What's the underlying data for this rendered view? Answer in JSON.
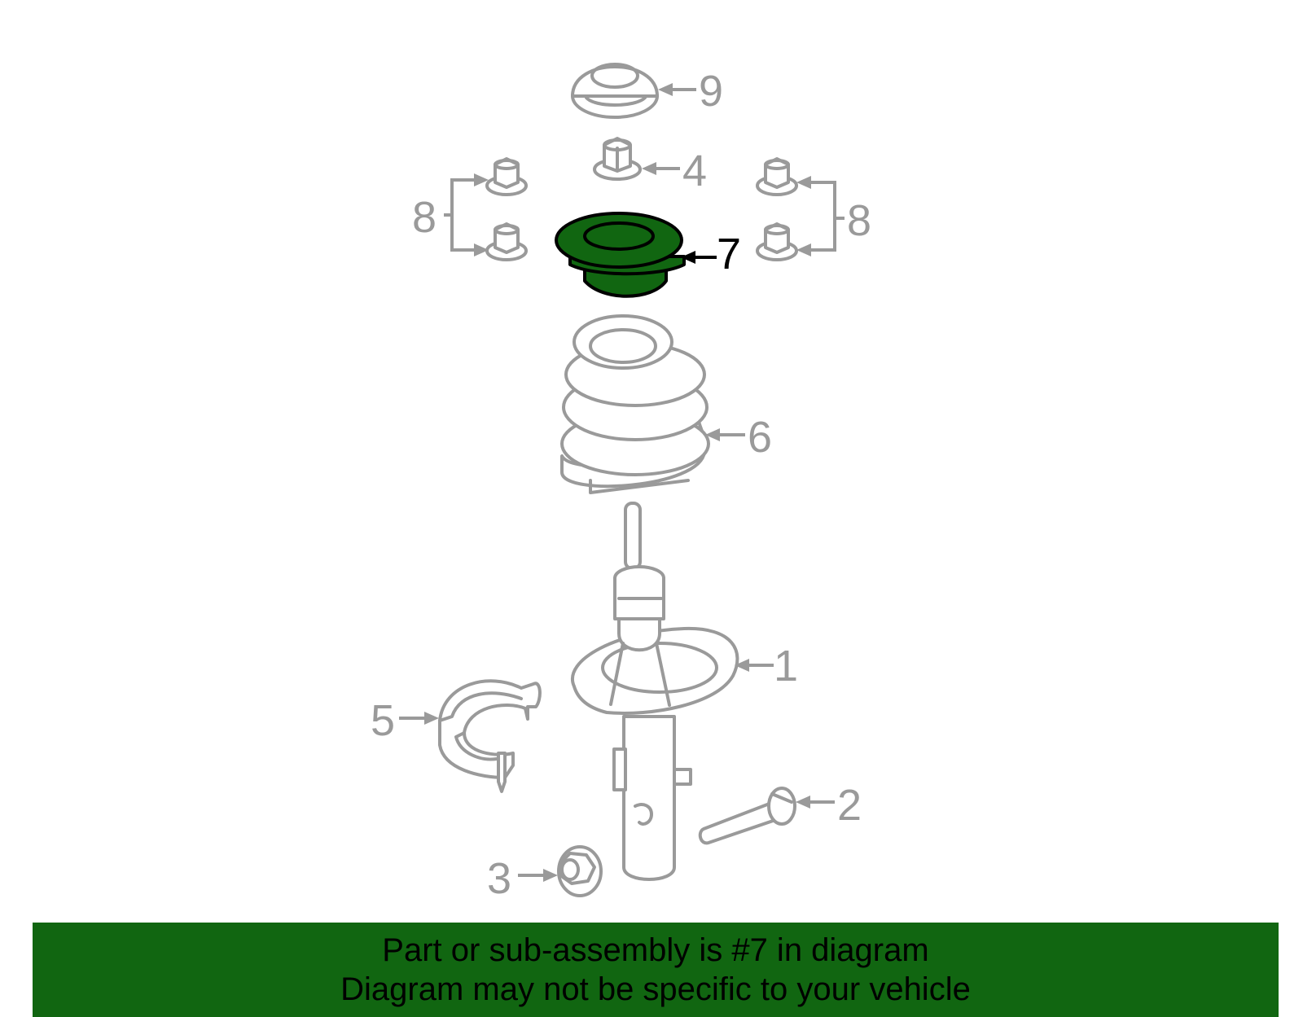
{
  "diagram": {
    "callouts": {
      "c1": "1",
      "c2": "2",
      "c3": "3",
      "c4": "4",
      "c5": "5",
      "c6": "6",
      "c7": "7",
      "c8_left": "8",
      "c8_right": "8",
      "c9": "9"
    },
    "highlighted_part": "7",
    "colors": {
      "highlight": "#116611",
      "line": "#9a9a9a",
      "banner": "#116611"
    }
  },
  "banner": {
    "line1": "Part or sub-assembly is #7 in diagram",
    "line2": "Diagram may not be specific to your vehicle"
  }
}
